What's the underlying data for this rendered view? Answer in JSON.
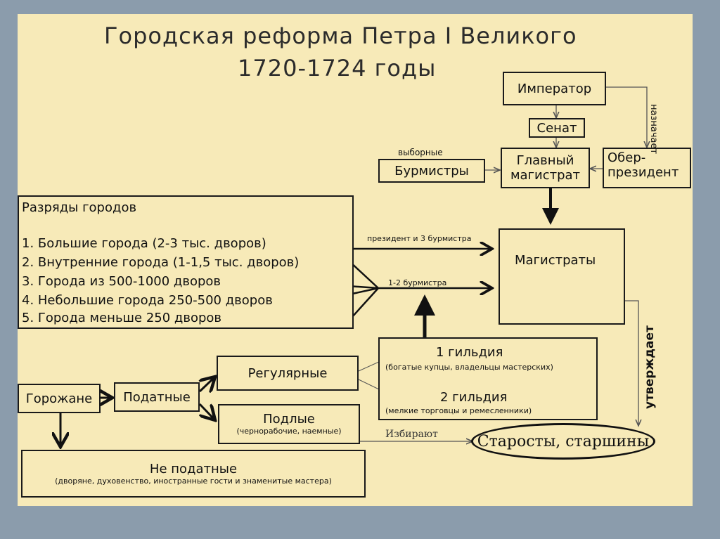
{
  "title": {
    "line1": "Городская реформа Петра I Великого",
    "line2": "1720-1724 годы"
  },
  "nodes": {
    "emperor": "Император",
    "senate": "Сенат",
    "chief_magistrate_line1": "Главный",
    "chief_magistrate_line2": "магистрат",
    "ober_president_line1": "Обер-",
    "ober_president_line2": "президент",
    "burmistry": "Бурмистры",
    "magistrates": "Магистраты",
    "guild1_title": "1 гильдия",
    "guild1_desc": "(богатые купцы, владельцы мастерских)",
    "guild2_title": "2 гильдия",
    "guild2_desc": "(мелкие торговцы и ремесленники)",
    "regular": "Регулярные",
    "low_title": "Подлые",
    "low_desc": "(чернорабочие, наемные)",
    "townsfolk": "Горожане",
    "taxable": "Податные",
    "non_taxable_title": "Не податные",
    "non_taxable_desc": "(дворяне, духовенство, иностранные гости и знаменитые мастера)",
    "elders": "Старосты, старшины"
  },
  "city_ranks": {
    "heading": "Разряды городов",
    "items": [
      "1. Большие города (2-3 тыс. дворов)",
      "2. Внутренние города (1-1,5 тыс. дворов)",
      "3. Города из 500-1000 дворов",
      "4. Небольшие города 250-500 дворов",
      "5. Города меньше 250 дворов"
    ]
  },
  "edge_labels": {
    "appoints": "назначает",
    "elected": "выборные",
    "president_and_3": "президент и 3 бурмистра",
    "one_two_burmistra": "1-2 бурмистра",
    "elect": "Избирают",
    "approves": "утверждает"
  }
}
